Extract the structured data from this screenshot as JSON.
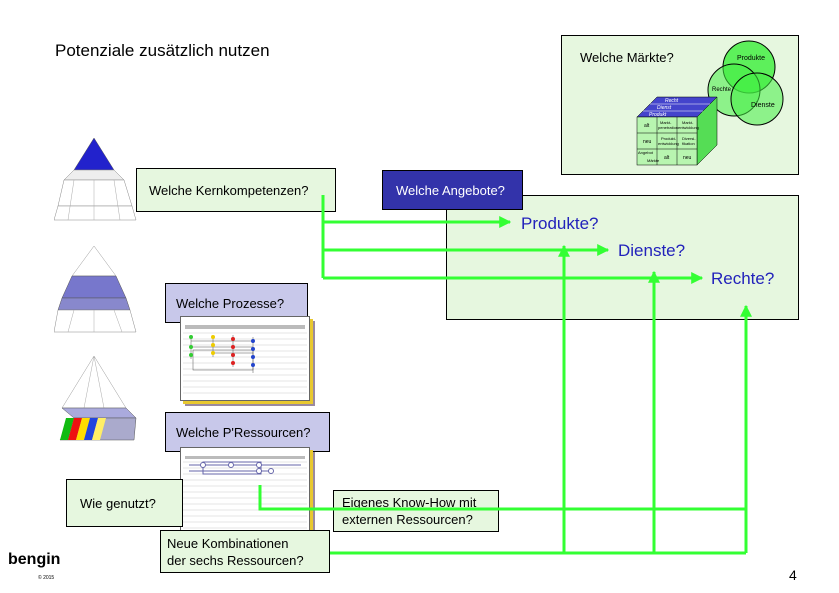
{
  "page": {
    "title": "Potenziale zusätzlich nutzen",
    "page_number": "4",
    "logo": "bengin",
    "copyright": "© 2015"
  },
  "questions": {
    "kernkompetenzen": "Welche Kernkompetenzen?",
    "angebote": "Welche Angebote?",
    "prozesse": "Welche Prozesse?",
    "ressourcen": "Welche P'Ressourcen?",
    "genutzt": "Wie genutzt?",
    "knowhow_line1": "Eigenes Know-How mit",
    "knowhow_line2": "externen Ressourcen?",
    "kombination_line1": "Neue Kombinationen",
    "kombination_line2": "der sechs Ressourcen?",
    "maerkte": "Welche Märkte?"
  },
  "offers": {
    "produkte": "Produkte?",
    "dienste": "Dienste?",
    "rechte": "Rechte?"
  },
  "venn": {
    "produkte": "Produkte",
    "rechte": "Rechte",
    "dienste": "Dienste"
  },
  "cube": {
    "top_labels": [
      "Recht",
      "Dienst",
      "Produkt"
    ],
    "rows": [
      [
        "alt",
        "Markt-\npenetration",
        "Markt-\nentwicklung"
      ],
      [
        "neu",
        "Produkt-\nentwicklung",
        "Diversi-\nfikation"
      ]
    ],
    "axis_angebot": "Angebot",
    "axis_maerkte": "Märkte",
    "col_alt": "alt",
    "col_neu": "neu"
  },
  "colors": {
    "arrow": "#33ff33",
    "navy": "#3333aa",
    "lavender": "#c8c8ea",
    "pale_green": "#e6f7df",
    "offer_text": "#2222bb"
  }
}
